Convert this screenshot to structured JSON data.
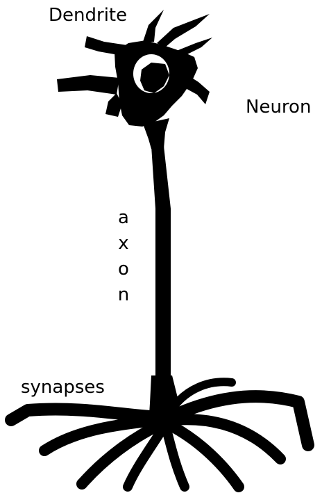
{
  "labels": {
    "dendrite": "Dendrite",
    "neuron": "Neuron",
    "axon": [
      "a",
      "x",
      "o",
      "n"
    ],
    "synapses": "synapses"
  },
  "colors": {
    "ink": "#000000",
    "background": "#ffffff"
  }
}
